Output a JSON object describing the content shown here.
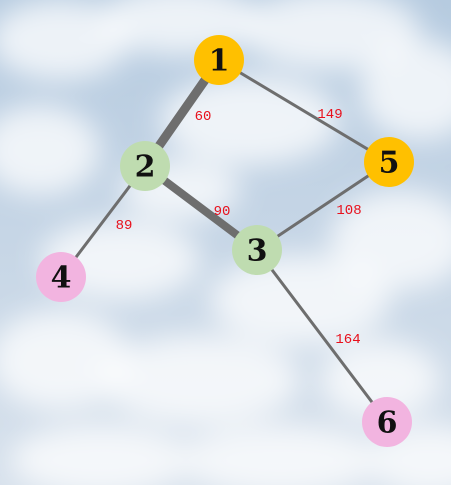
{
  "colors": {
    "sky_top": "#b6cbe0",
    "sky_bottom": "#d7e1ec",
    "cloud": "#ffffff",
    "edge": "#6e6e6e",
    "edge_label": "#e8101c",
    "node_label": "#111111"
  },
  "nodes": [
    {
      "id": "1",
      "label": "1",
      "color": "#ffc000"
    },
    {
      "id": "2",
      "label": "2",
      "color": "#bfdcb0"
    },
    {
      "id": "3",
      "label": "3",
      "color": "#bfdcb0"
    },
    {
      "id": "4",
      "label": "4",
      "color": "#f2b4e0"
    },
    {
      "id": "5",
      "label": "5",
      "color": "#ffc000"
    },
    {
      "id": "6",
      "label": "6",
      "color": "#f2b4e0"
    }
  ],
  "edges": [
    {
      "from": "1",
      "to": "2",
      "weight": "60"
    },
    {
      "from": "1",
      "to": "5",
      "weight": "149"
    },
    {
      "from": "2",
      "to": "3",
      "weight": "90"
    },
    {
      "from": "2",
      "to": "4",
      "weight": "89"
    },
    {
      "from": "3",
      "to": "5",
      "weight": "108"
    },
    {
      "from": "3",
      "to": "6",
      "weight": "164"
    }
  ]
}
